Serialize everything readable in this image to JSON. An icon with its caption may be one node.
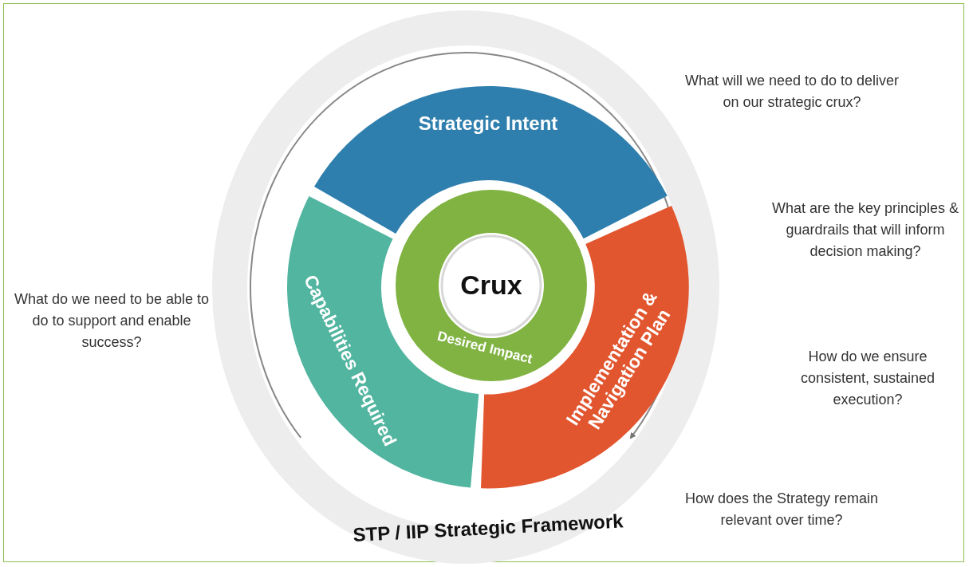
{
  "diagram": {
    "nodes": [
      {
        "text": [
          "STP / IIP Strategic Framework"
        ]
      },
      {
        "text": [
          "Strategic Intent"
        ],
        "in": 0
      },
      {
        "text": [
          "Capabilities Required"
        ],
        "in": 0
      },
      {
        "text": [
          "Implementation & Navigation Plan"
        ],
        "in": 0
      },
      {
        "text": [
          "Desired Impact"
        ],
        "in": 0
      },
      {
        "text": [
          "Crux"
        ],
        "in": 4
      }
    ],
    "labels": [
      "What will we need to do to deliver on our strategic crux?",
      "What are the key principles & guardrails that will inform decision making?",
      "What do we need to be able to do to support and enable success?",
      "How do we ensure consistent, sustained execution?",
      "How does the Strategy remain relevant over time?"
    ]
  }
}
